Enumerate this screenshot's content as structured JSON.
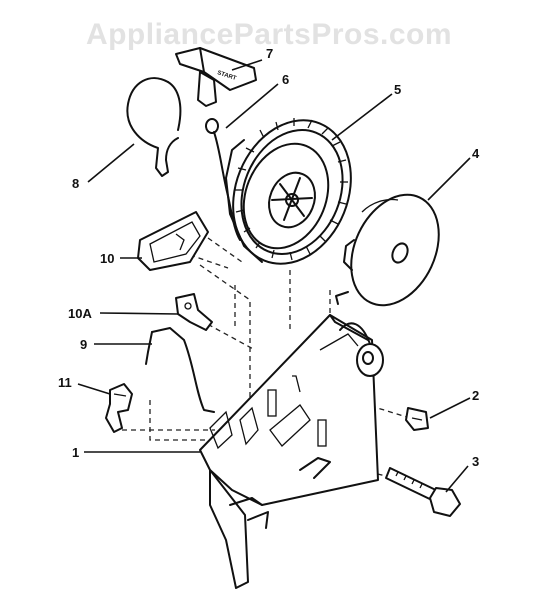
{
  "watermark": "AppliancePartsPros.com",
  "handle_text": "START",
  "callouts": [
    {
      "id": "1",
      "label": "1"
    },
    {
      "id": "2",
      "label": "2"
    },
    {
      "id": "3",
      "label": "3"
    },
    {
      "id": "4",
      "label": "4"
    },
    {
      "id": "5",
      "label": "5"
    },
    {
      "id": "6",
      "label": "6"
    },
    {
      "id": "7",
      "label": "7"
    },
    {
      "id": "8",
      "label": "8"
    },
    {
      "id": "9",
      "label": "9"
    },
    {
      "id": "10",
      "label": "10"
    },
    {
      "id": "10A",
      "label": "10A"
    },
    {
      "id": "11",
      "label": "11"
    }
  ]
}
